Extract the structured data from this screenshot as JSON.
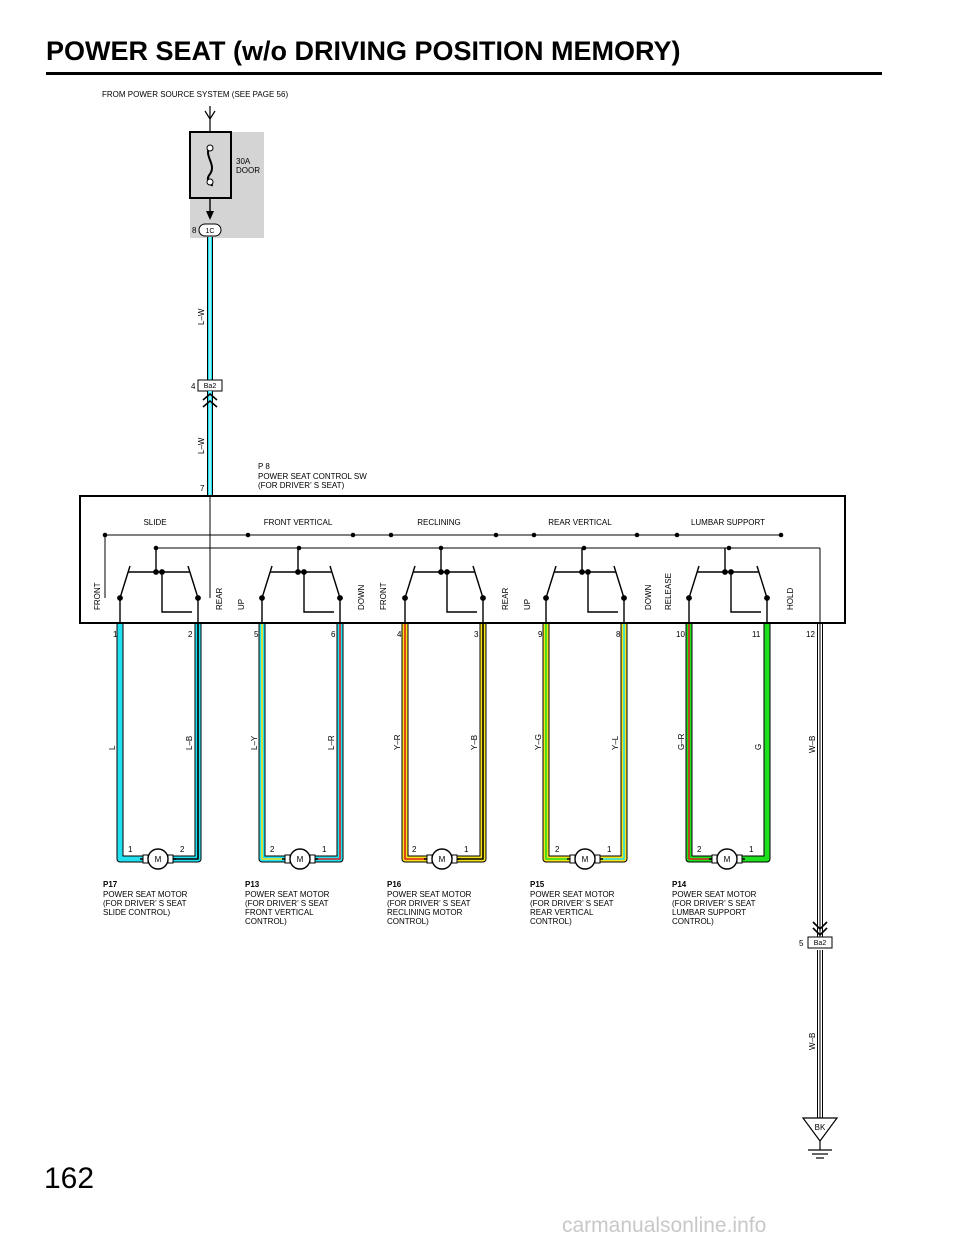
{
  "title": "POWER SEAT (w/o DRIVING POSITION MEMORY)",
  "page_number": "162",
  "watermark": "carmanualsonline.info",
  "source": "FROM POWER SOURCE SYSTEM (SEE PAGE 56)",
  "fuse": {
    "rating": "30A",
    "name": "DOOR"
  },
  "connectors": {
    "c1c": {
      "pin": "8",
      "id": "1C"
    },
    "ba2_top": {
      "pin": "4",
      "id": "Ba2"
    },
    "ba2_bottom": {
      "pin": "5",
      "id": "Ba2"
    },
    "sw_pin": "7"
  },
  "wire_labels": {
    "feed_upper": "L–W",
    "feed_lower": "L–W",
    "ground_upper": "W–B",
    "ground_lower": "W–B"
  },
  "switch": {
    "code": "P 8",
    "name": "POWER SEAT CONTROL SW",
    "sub": "(FOR DRIVER’ S SEAT)",
    "sections": [
      "SLIDE",
      "FRONT VERTICAL",
      "RECLINING",
      "REAR VERTICAL",
      "LUMBAR SUPPORT"
    ],
    "positions": [
      "FRONT",
      "REAR",
      "UP",
      "DOWN",
      "FRONT",
      "REAR",
      "UP",
      "DOWN",
      "RELEASE",
      "HOLD"
    ],
    "pins": [
      "1",
      "2",
      "5",
      "6",
      "4",
      "3",
      "9",
      "8",
      "10",
      "11",
      "12"
    ]
  },
  "wires": [
    "L",
    "L–B",
    "L–Y",
    "L–R",
    "Y–R",
    "Y–B",
    "Y–G",
    "Y–L",
    "G–R",
    "G",
    "W–B"
  ],
  "motors": [
    {
      "code": "P17",
      "line1": "POWER SEAT MOTOR",
      "line2": "(FOR DRIVER’ S SEAT",
      "line3": " SLIDE CONTROL)",
      "line4": "",
      "pin_left": "1",
      "pin_right": "2",
      "symbol": "M"
    },
    {
      "code": "P13",
      "line1": "POWER SEAT MOTOR",
      "line2": "(FOR DRIVER’ S SEAT",
      "line3": " FRONT VERTICAL",
      "line4": " CONTROL)",
      "pin_left": "2",
      "pin_right": "1",
      "symbol": "M"
    },
    {
      "code": "P16",
      "line1": "POWER SEAT MOTOR",
      "line2": "(FOR DRIVER’ S SEAT",
      "line3": " RECLINING MOTOR",
      "line4": " CONTROL)",
      "pin_left": "2",
      "pin_right": "1",
      "symbol": "M"
    },
    {
      "code": "P15",
      "line1": "POWER SEAT MOTOR",
      "line2": "(FOR DRIVER’ S SEAT",
      "line3": " REAR VERTICAL",
      "line4": " CONTROL)",
      "pin_left": "2",
      "pin_right": "1",
      "symbol": "M"
    },
    {
      "code": "P14",
      "line1": "POWER SEAT MOTOR",
      "line2": "(FOR DRIVER’ S SEAT",
      "line3": " LUMBAR SUPPORT",
      "line4": " CONTROL)",
      "pin_left": "2",
      "pin_right": "1",
      "symbol": "M"
    }
  ],
  "ground": "BK",
  "colors": {
    "blue": "#22e0f0",
    "yellow": "#f5e21a",
    "red": "#e02020",
    "green": "#1ee01e",
    "white": "#ffffff",
    "black": "#000000",
    "fuse_box": "#d4d4d4"
  }
}
